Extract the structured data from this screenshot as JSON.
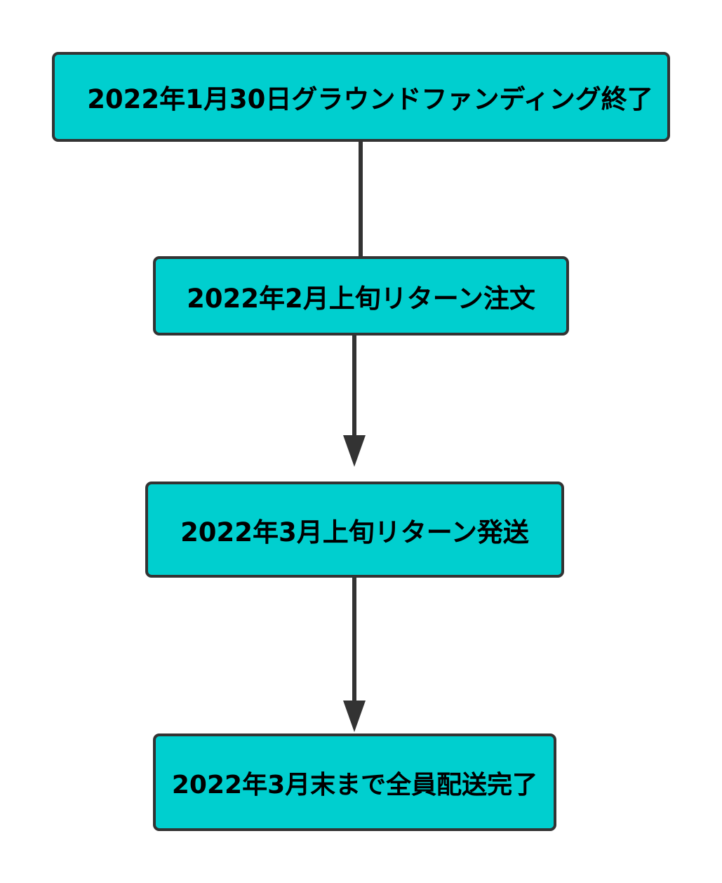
{
  "colors": {
    "node_fill": "#00cfcf",
    "node_border": "#333333",
    "connector": "#333333",
    "text": "#000000"
  },
  "nodes": [
    {
      "label": "2022年1月30日グラウンドファンディング終了"
    },
    {
      "label": "2022年2月上旬リターン注文"
    },
    {
      "label": "2022年3月上旬リターン発送"
    },
    {
      "label": "2022年3月末まで全員配送完了"
    }
  ],
  "connectors": [
    {
      "from": 0,
      "to": 1,
      "arrowhead": false
    },
    {
      "from": 1,
      "to": 2,
      "arrowhead": true
    },
    {
      "from": 2,
      "to": 3,
      "arrowhead": true
    }
  ]
}
